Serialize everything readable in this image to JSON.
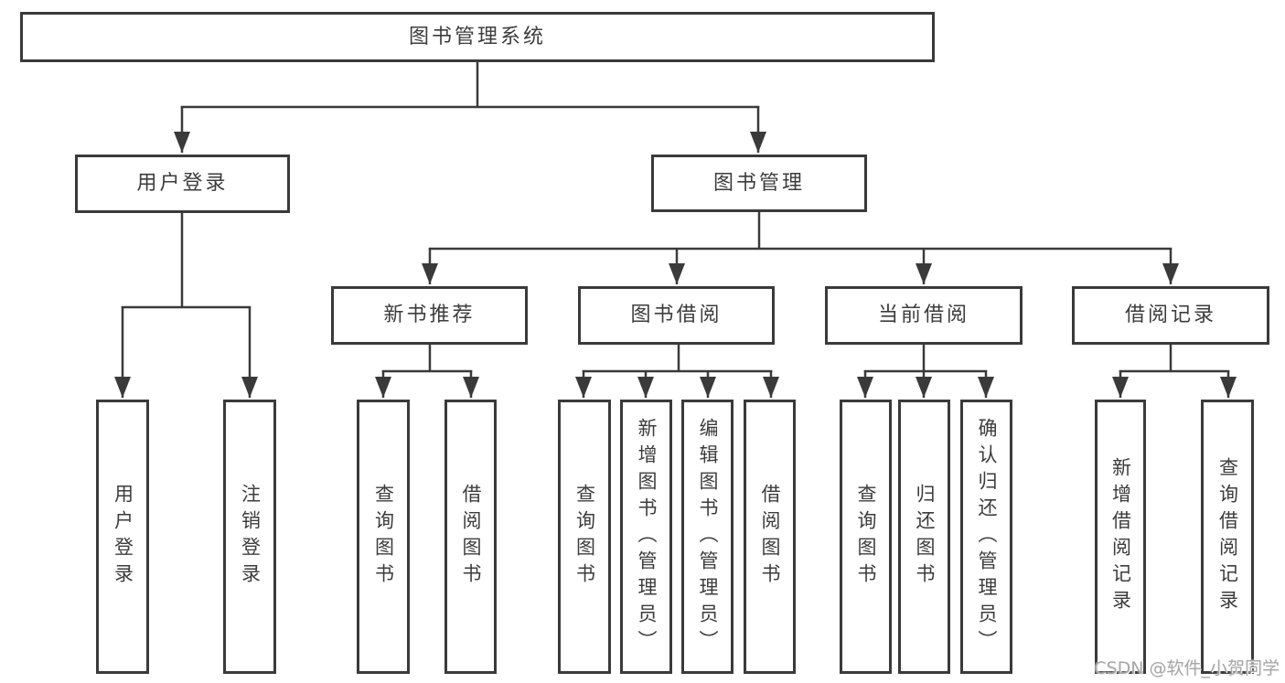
{
  "watermark": "CSDN @软件_小贺同学",
  "colors": {
    "line": "#3a3a3a",
    "text": "#3c3c3c",
    "watermark": "#a6a6a6",
    "background": "#ffffff"
  },
  "tree": {
    "label": "图书管理系统",
    "children": [
      {
        "label": "用户登录",
        "children": [
          {
            "label": "用户登录"
          },
          {
            "label": "注销登录"
          }
        ]
      },
      {
        "label": "图书管理",
        "children": [
          {
            "label": "新书推荐",
            "children": [
              {
                "label": "查询图书"
              },
              {
                "label": "借阅图书"
              }
            ]
          },
          {
            "label": "图书借阅",
            "children": [
              {
                "label": "查询图书"
              },
              {
                "label": "新增图书（管理员）"
              },
              {
                "label": "编辑图书（管理员）"
              },
              {
                "label": "借阅图书"
              }
            ]
          },
          {
            "label": "当前借阅",
            "children": [
              {
                "label": "查询图书"
              },
              {
                "label": "归还图书"
              },
              {
                "label": "确认归还（管理员）"
              }
            ]
          },
          {
            "label": "借阅记录",
            "children": [
              {
                "label": "新增借阅记录"
              },
              {
                "label": "查询借阅记录"
              }
            ]
          }
        ]
      }
    ]
  }
}
